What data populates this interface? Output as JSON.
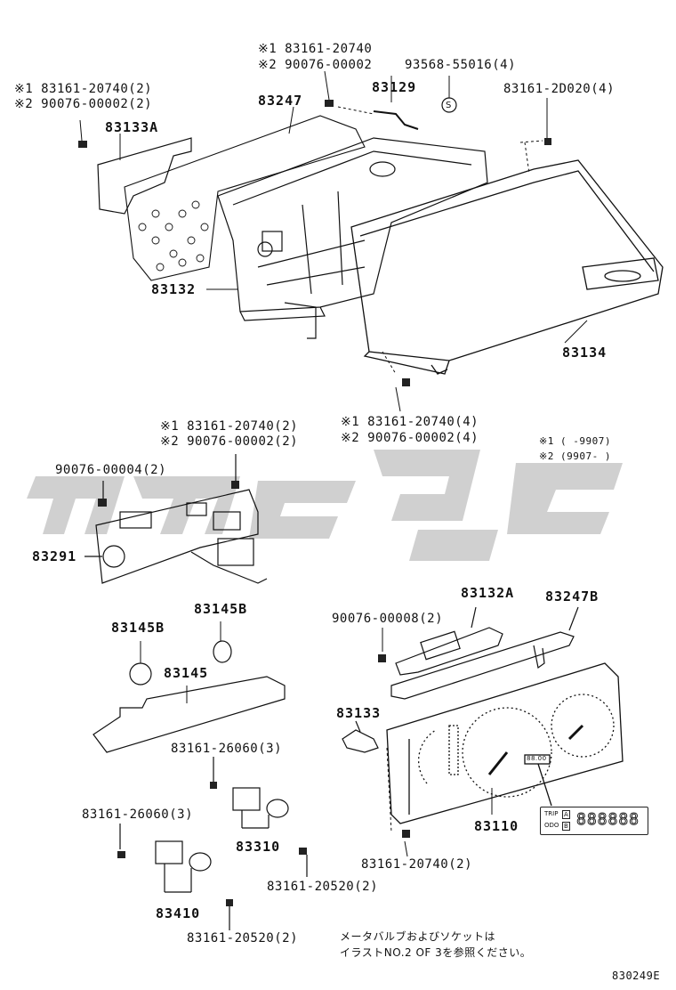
{
  "labels": {
    "hdr_left_1": "※1 83161-20740(2)",
    "hdr_left_2": "※2 90076-00002(2)",
    "hdr_top_1": "※1 83161-20740",
    "hdr_top_2": "※2 90076-00002",
    "p_93568": "93568-55016(4)",
    "p_83247": "83247",
    "p_83129": "83129",
    "p_2d020": "83161-2D020(4)",
    "p_83133A": "83133A",
    "p_83132": "83132",
    "p_83134": "83134",
    "mid_1": "※1 83161-20740(4)",
    "mid_2": "※2 90076-00002(4)",
    "mid2_1": "※1 83161-20740(2)",
    "mid2_2": "※2 90076-00002(2)",
    "p_90076_4": "90076-00004(2)",
    "p_83291": "83291",
    "legend_1": "※1 (    -9907)",
    "legend_2": "※2 (9907-    )",
    "p_83132A": "83132A",
    "p_83247B": "83247B",
    "p_90076_8": "90076-00008(2)",
    "p_83145B_a": "83145B",
    "p_83145B_b": "83145B",
    "p_83145": "83145",
    "p_83133": "83133",
    "p_26060_a": "83161-26060(3)",
    "p_26060_b": "83161-26060(3)",
    "p_83310": "83310",
    "p_83110": "83110",
    "p_20740_b": "83161-20740(2)",
    "p_20520_a": "83161-20520(2)",
    "p_83410": "83410",
    "p_20520_b": "83161-20520(2)",
    "note_1": "メータバルブおよびソケットは",
    "note_2": "イラストNO.2 OF 3を参照ください。",
    "fig_id": "830249E"
  },
  "odometer": {
    "trip": "TRIP",
    "a": "A",
    "b": "B",
    "odo": "ODO",
    "digits": "888888"
  },
  "dash_text": "88.00",
  "circle_mark": "S"
}
